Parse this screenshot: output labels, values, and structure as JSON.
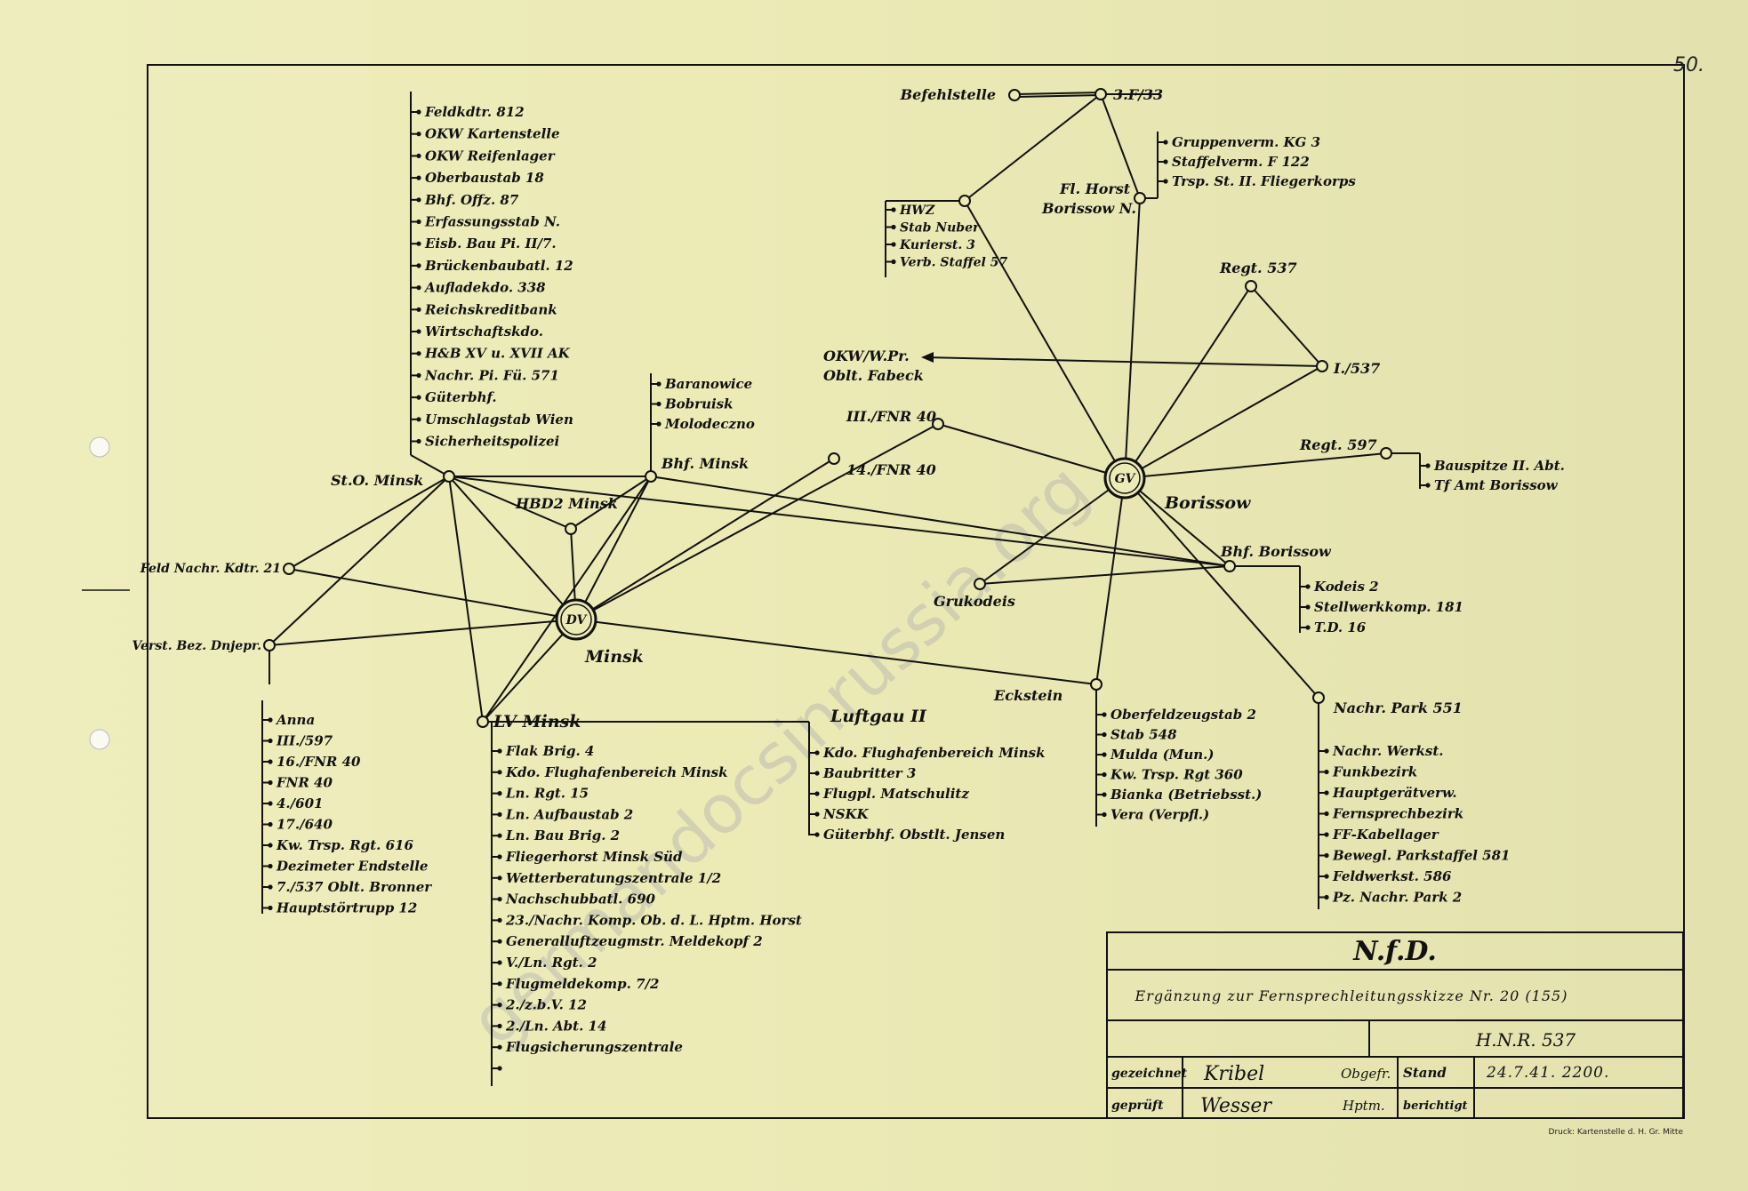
{
  "page_number": "50.",
  "watermark": "germandocsinrussia.org",
  "hubs": {
    "minsk": "DV",
    "borissow": "GV"
  },
  "hub_labels": {
    "minsk": "Minsk",
    "borissow": "Borissow"
  },
  "nodes": {
    "befehlstelle": "Befehlstelle",
    "staffel": "3.F/33",
    "fl_horst": [
      "Fl. Horst",
      "Borissow N."
    ],
    "regt537": "Regt. 537",
    "i537": "I./537",
    "okw": [
      "OKW/W.Pr.",
      "Oblt. Fabeck"
    ],
    "iii_fnr40": "III./FNR 40",
    "fnr14": "14./FNR 40",
    "regt597": "Regt. 597",
    "bhf_borissow": "Bhf. Borissow",
    "grukodeis": "Grukodeis",
    "eckstein": "Eckstein",
    "nachr_park": "Nachr. Park 551",
    "ko_minsk": "St.O. Minsk",
    "hbd2": "HBD2 Minsk",
    "bhf_minsk": "Bhf. Minsk",
    "feld_nachr": "Feld Nachr. Kdtr. 21",
    "verst_bez": "Verst. Bez. Dnjepr.",
    "lv_minsk": "LV Minsk",
    "luftgau": "Luftgau II"
  },
  "lists": {
    "top_left": [
      "Feldkdtr. 812",
      "OKW Kartenstelle",
      "OKW Reifenlager",
      "Oberbaustab 18",
      "Bhf. Offz. 87",
      "Erfassungsstab N.",
      "Eisb. Bau Pi. II/7.",
      "Brückenbaubatl. 12",
      "Aufladekdo. 338",
      "Reichskreditbank",
      "Wirtschaftskdo.",
      "H&B XV u. XVII AK",
      "Nachr. Pi. Fü. 571",
      "Güterbhf.",
      "Umschlagstab Wien",
      "Sicherheitspolizei"
    ],
    "minsk_mid": [
      "Baranowice",
      "Bobruisk",
      "Molodeczno"
    ],
    "hwz": [
      "HWZ",
      "Stab Nuber",
      "Kurierst. 3",
      "Verb. Staffel 57"
    ],
    "gruppe": [
      "Gruppenverm. KG 3",
      "Staffelverm. F 122",
      "Trsp. St. II. Fliegerkorps"
    ],
    "bauspitze": [
      "Bauspitze II. Abt.",
      "Tf Amt Borissow"
    ],
    "kodeis": [
      "Kodeis 2",
      "Stellwerkkomp. 181",
      "T.D. 16"
    ],
    "bottom_left": [
      "Anna",
      "III./597",
      "16./FNR 40",
      "FNR 40",
      "4./601",
      "17./640",
      "Kw. Trsp. Rgt. 616",
      "Dezimeter Endstelle",
      "7./537 Oblt. Bronner",
      "Hauptstörtrupp 12"
    ],
    "lv_list": [
      "Flak Brig. 4",
      "Kdo. Flughafenbereich Minsk",
      "Ln. Rgt. 15",
      "Ln. Aufbaustab 2",
      "Ln. Bau Brig. 2",
      "Fliegerhorst Minsk Süd",
      "Wetterberatungszentrale 1/2",
      "Nachschubbatl. 690",
      "23./Nachr. Komp. Ob. d. L. Hptm. Horst",
      "Generalluftzeugmstr. Meldekopf 2",
      "V./Ln. Rgt. 2",
      "Flugmeldekomp. 7/2",
      "2./z.b.V. 12",
      "2./Ln. Abt. 14",
      "Flugsicherungszentrale",
      ""
    ],
    "luftgau_list": [
      "Kdo. Flughafenbereich Minsk",
      "Baubritter 3",
      "Flugpl. Matschulitz",
      "NSKK",
      "Güterbhf. Obstlt. Jensen"
    ],
    "eckstein_list": [
      "Oberfeldzeugstab 2",
      "Stab 548",
      "Mulda (Mun.)",
      "Kw. Trsp. Rgt 360",
      "Bianka (Betriebsst.)",
      "Vera (Verpfl.)"
    ],
    "park_list": [
      "Nachr. Werkst.",
      "Funkbezirk",
      "Hauptgerätverw.",
      "Fernsprechbezirk",
      "FF-Kabellager",
      "Bewegl. Parkstaffel 581",
      "Feldwerkst. 586",
      "Pz. Nachr. Park 2"
    ]
  },
  "title_block": {
    "classification": "N.f.D.",
    "title": "Ergänzung zur Fernsprechleitungsskizze Nr. 20 (155)",
    "unit": "H.N.R. 537",
    "drawn_label": "gezeichnet",
    "drawn_name": "Kribel",
    "drawn_rank": "Obgefr.",
    "checked_label": "geprüft",
    "checked_name": "Wesser",
    "checked_rank": "Hptm.",
    "stand_label": "Stand",
    "stand_value": "24.7.41. 2200.",
    "corrected_label": "berichtigt",
    "printer": "Druck: Kartenstelle d. H. Gr. Mitte"
  }
}
